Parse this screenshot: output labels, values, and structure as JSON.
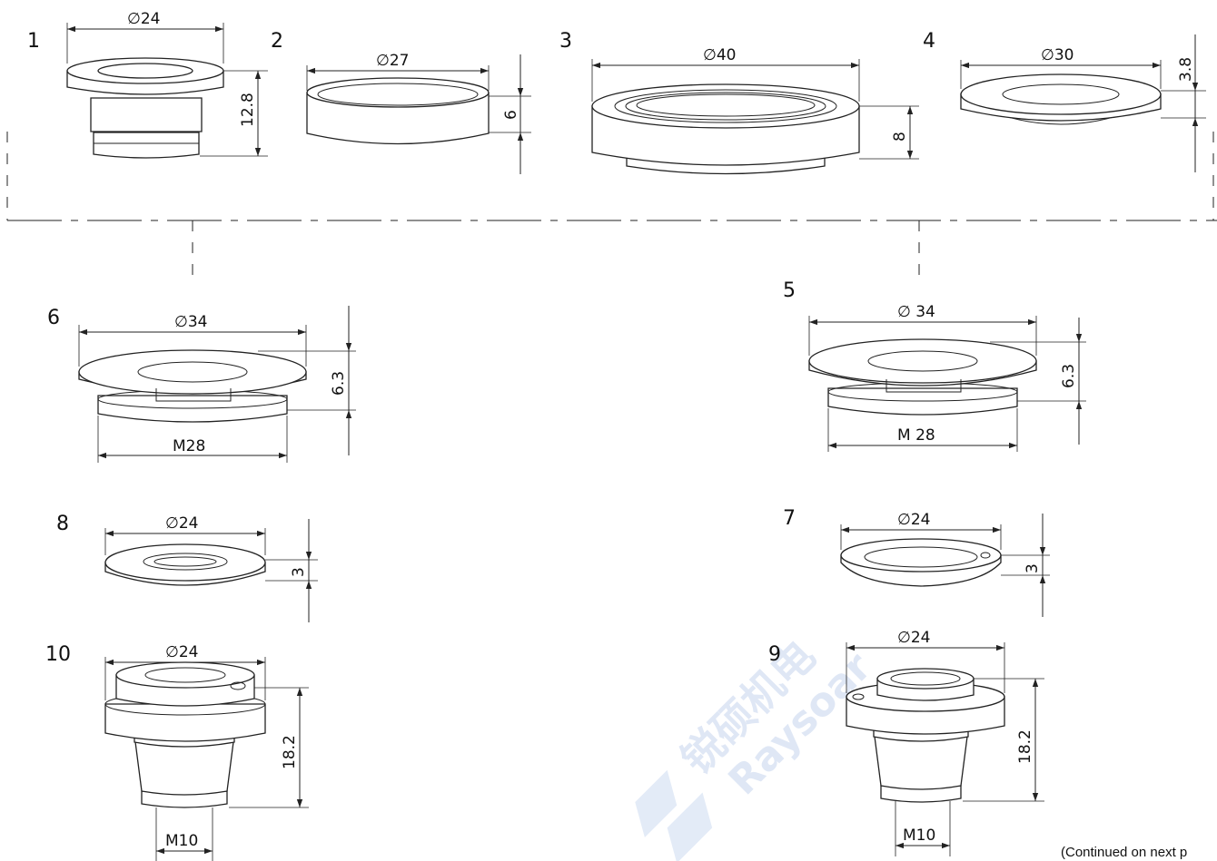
{
  "watermark": {
    "chinese": "锐硕机电",
    "latin": "Raysoar"
  },
  "footer_note": "(Continued on next p",
  "parts": [
    {
      "id": "1",
      "diameter": "24",
      "height": "12.8"
    },
    {
      "id": "2",
      "diameter": "27",
      "height": "6"
    },
    {
      "id": "3",
      "diameter": "40",
      "height": "8"
    },
    {
      "id": "4",
      "diameter": "30",
      "height": "3.8"
    },
    {
      "id": "5",
      "diameter": " 34",
      "height": "6.3",
      "thread": "M 28"
    },
    {
      "id": "6",
      "diameter": "34",
      "height": "6.3",
      "thread": "M28"
    },
    {
      "id": "7",
      "diameter": "24",
      "height": "3"
    },
    {
      "id": "8",
      "diameter": "24",
      "height": "3"
    },
    {
      "id": "9",
      "diameter": "24",
      "height": "18.2",
      "thread": "M10"
    },
    {
      "id": "10",
      "diameter": "24",
      "height": "18.2",
      "thread": "M10"
    }
  ],
  "diameter_symbol": "∅"
}
